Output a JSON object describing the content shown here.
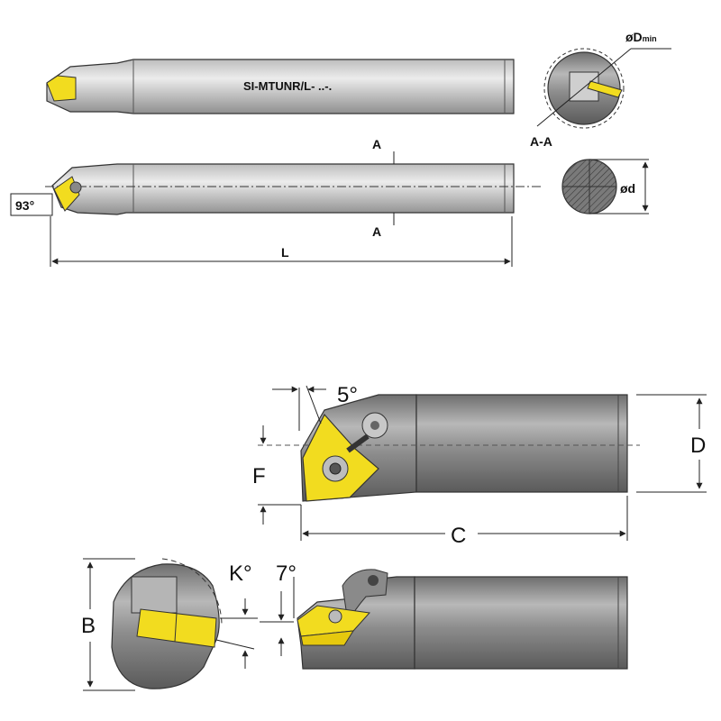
{
  "top_view": {
    "model_code": "SI-MTUNR/L- ..-.",
    "section_label": "A-A",
    "section_mark_top": "A",
    "section_mark_bottom": "A",
    "angle_label": "93°",
    "length_label": "L",
    "dmin_main": "øD",
    "dmin_sub": "min",
    "shank_dia_label": "ød"
  },
  "detail_view": {
    "angle_5": "5°",
    "label_F": "F",
    "label_D": "D",
    "label_C": "C",
    "label_B": "B",
    "label_K": "K°",
    "angle_7": "7°"
  },
  "colors": {
    "insert_yellow": "#f2dc1f",
    "shank_grey": "#9a9a9a",
    "shank_light": "#d6d6d6",
    "line_dark": "#222222"
  }
}
